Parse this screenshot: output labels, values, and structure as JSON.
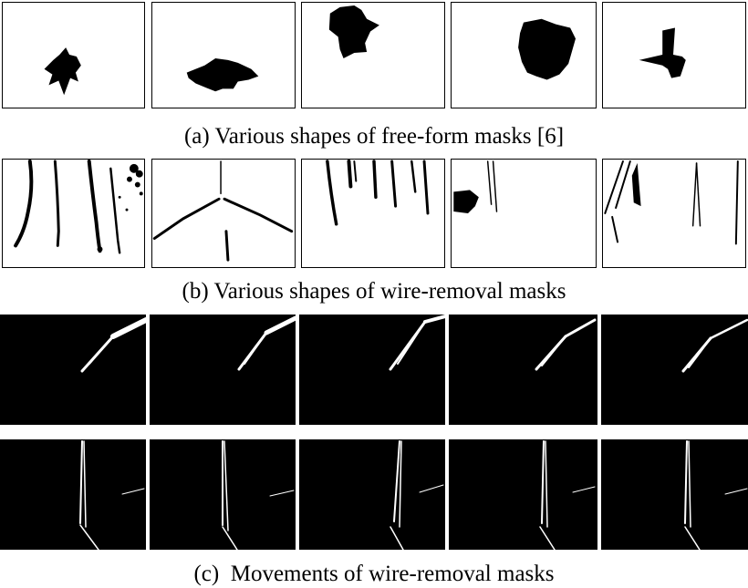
{
  "captions": {
    "a": "(a) Various shapes of free-form masks [6]",
    "b": "(b) Various shapes of wire-removal masks",
    "c": "(c)  Movements of wire-removal masks"
  },
  "colors": {
    "mask_fill": "#000000",
    "wire_on_dark": "#ffffff",
    "background": "#ffffff"
  },
  "row_a": {
    "panel_count": 5,
    "content": "black free-form blob masks on white"
  },
  "row_b": {
    "panel_count": 5,
    "content": "black wire-like stroke masks on white"
  },
  "row_c": {
    "rows": 2,
    "panel_count_per_row": 5,
    "content": "white wire masks on black, consecutive frames"
  }
}
